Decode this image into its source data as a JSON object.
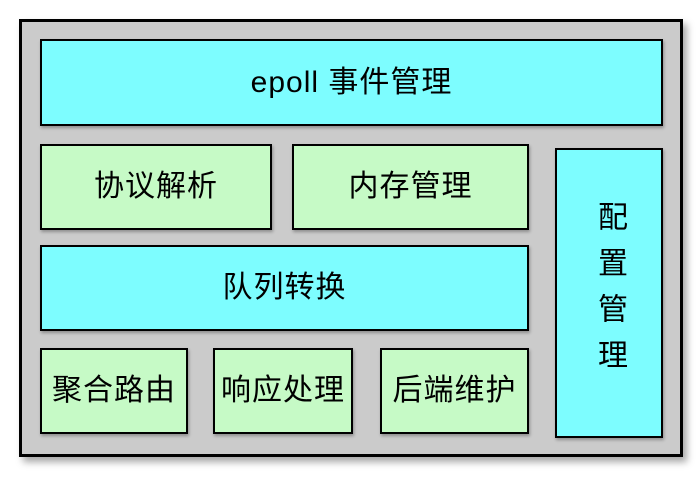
{
  "colors": {
    "canvas_bg": "#ffffff",
    "panel_bg": "#cbcbcb",
    "cyan": "#7dfdff",
    "green": "#c6fac6",
    "border": "#000000",
    "text": "#000000"
  },
  "blocks": {
    "epoll": {
      "label": "epoll 事件管理",
      "color_name": "cyan"
    },
    "protocol": {
      "label": "协议解析",
      "color_name": "green"
    },
    "memory": {
      "label": "内存管理",
      "color_name": "green"
    },
    "queue": {
      "label": "队列转换",
      "color_name": "cyan"
    },
    "aggregate": {
      "label": "聚合路由",
      "color_name": "green"
    },
    "response": {
      "label": "响应处理",
      "color_name": "green"
    },
    "backend": {
      "label": "后端维护",
      "color_name": "green"
    },
    "config": {
      "label": "配置管理",
      "color_name": "cyan"
    }
  }
}
